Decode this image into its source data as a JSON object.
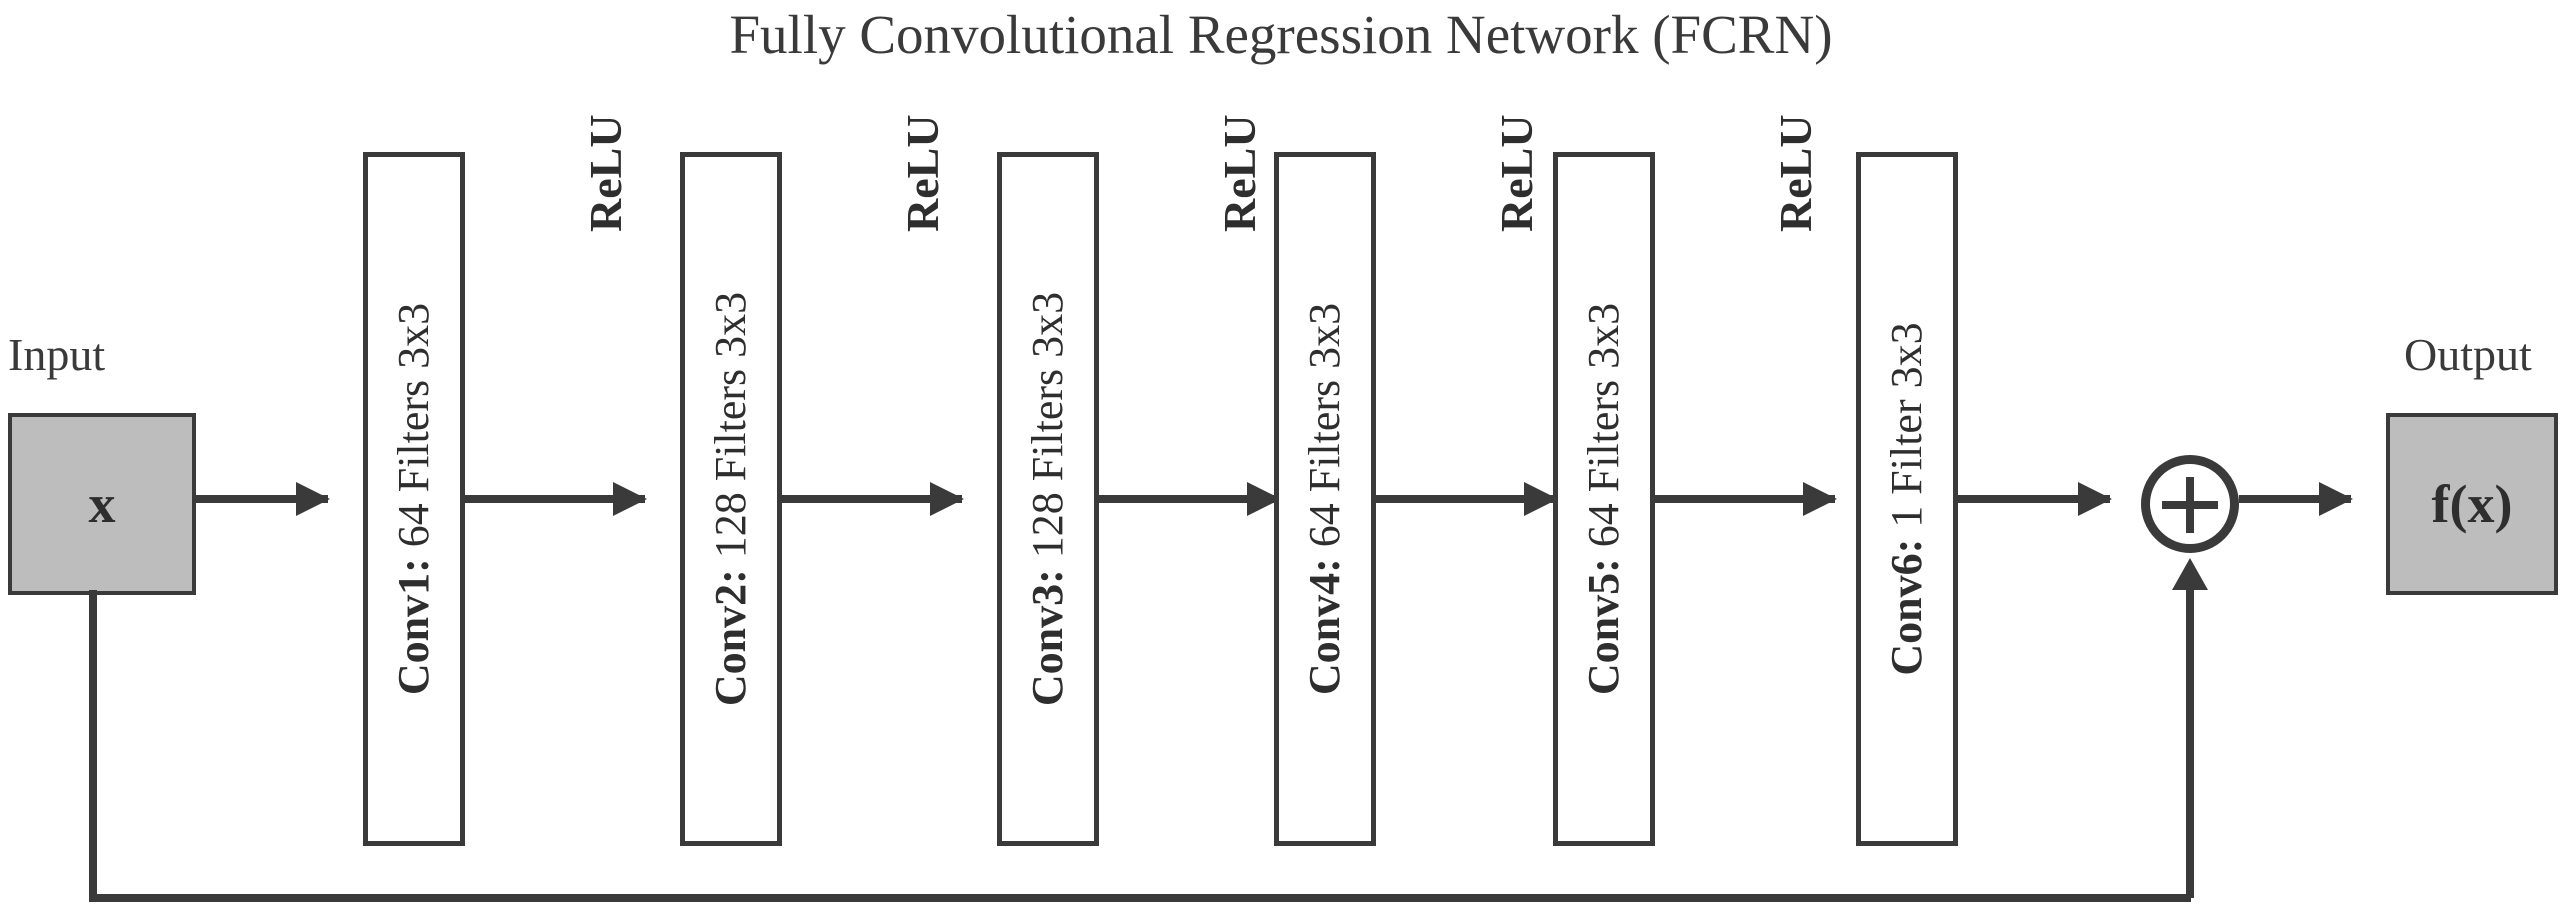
{
  "diagram": {
    "title": "Fully Convolutional Regression Network (FCRN)",
    "colors": {
      "ink": "#3a3a3a",
      "text": "#2e2e2e",
      "terminal_fill": "#bdbdbd",
      "block_fill": "#ffffff",
      "background": "#ffffff"
    },
    "input": {
      "label": "Input",
      "node_text": "x"
    },
    "output": {
      "label": "Output",
      "node_text": "f(x)"
    },
    "sum_node": {
      "symbol": "+",
      "name": "addition"
    },
    "layers": [
      {
        "id": "conv1",
        "name": "Conv1:",
        "spec": " 64 Filters 3x3"
      },
      {
        "id": "conv2",
        "name": "Conv2:",
        "spec": " 128 Filters 3x3"
      },
      {
        "id": "conv3",
        "name": "Conv3:",
        "spec": " 128 Filters 3x3"
      },
      {
        "id": "conv4",
        "name": "Conv4:",
        "spec": " 64 Filters 3x3"
      },
      {
        "id": "conv5",
        "name": "Conv5:",
        "spec": " 64 Filters 3x3"
      },
      {
        "id": "conv6",
        "name": "Conv6:",
        "spec": " 1 Filter 3x3"
      }
    ],
    "activations": [
      {
        "id": "relu1",
        "label": "ReLU"
      },
      {
        "id": "relu2",
        "label": "ReLU"
      },
      {
        "id": "relu3",
        "label": "ReLU"
      },
      {
        "id": "relu4",
        "label": "ReLU"
      },
      {
        "id": "relu5",
        "label": "ReLU"
      }
    ]
  }
}
